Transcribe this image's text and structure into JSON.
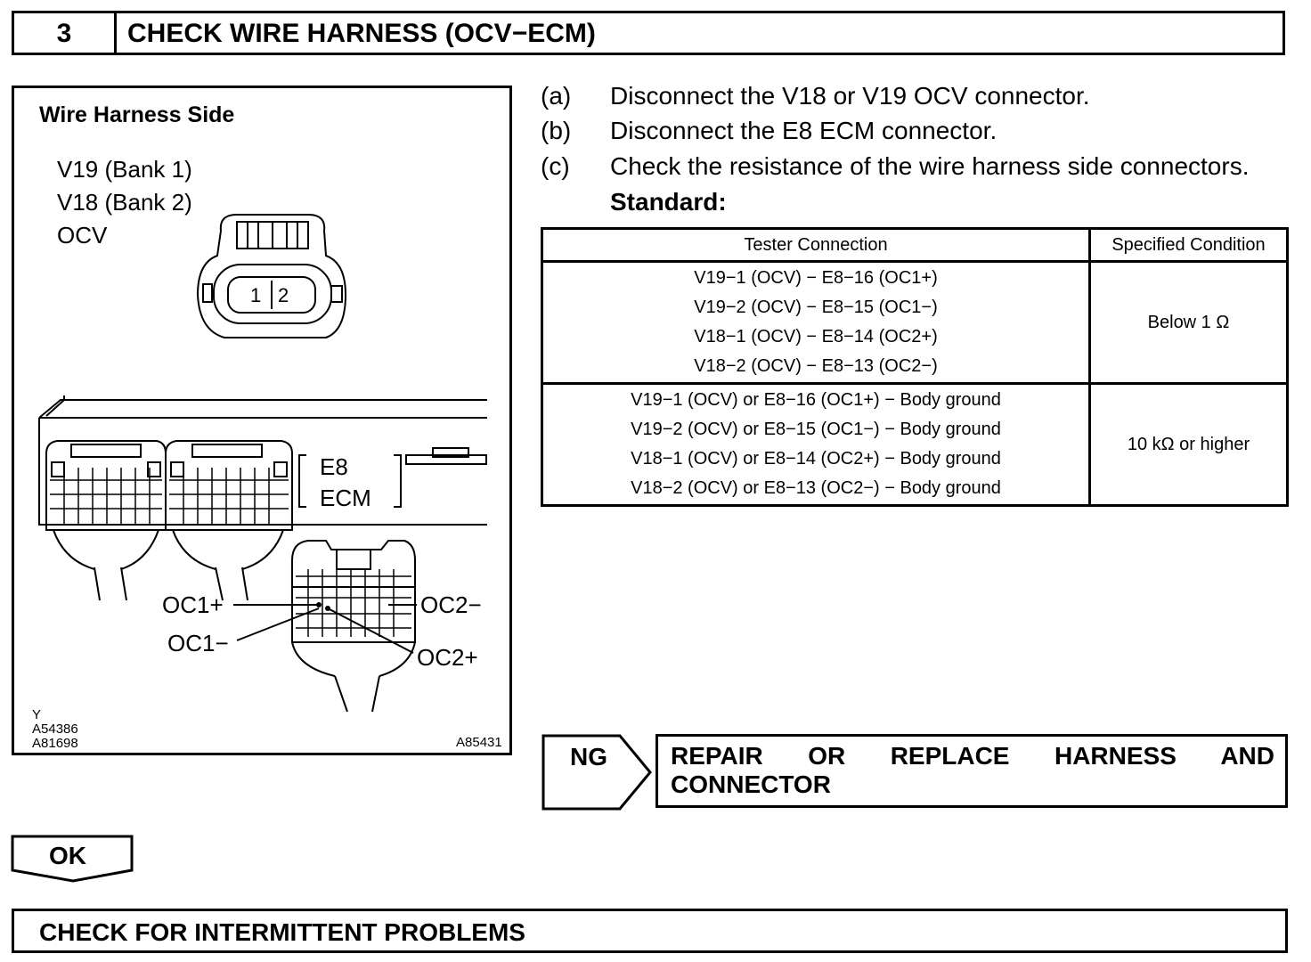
{
  "header": {
    "step_number": "3",
    "title": "CHECK WIRE HARNESS (OCV−ECM)"
  },
  "figure": {
    "title": "Wire Harness Side",
    "ocv_connector_lines": [
      "V19 (Bank 1)",
      "V18 (Bank 2)",
      "OCV"
    ],
    "pin_1": "1",
    "pin_2": "2",
    "ecm_label_line1": "E8",
    "ecm_label_line2": "ECM",
    "callouts": {
      "oc1_plus": "OC1+",
      "oc1_minus": "OC1−",
      "oc2_minus": "OC2−",
      "oc2_plus": "OC2+"
    },
    "ref_codes": [
      "Y",
      "A54386",
      "A81698"
    ],
    "figure_id": "A85431"
  },
  "instructions": [
    {
      "letter": "(a)",
      "text": "Disconnect the V18 or V19 OCV connector."
    },
    {
      "letter": "(b)",
      "text": "Disconnect the E8 ECM connector."
    },
    {
      "letter": "(c)",
      "text": "Check the resistance of the wire harness side connectors."
    }
  ],
  "standard_label": "Standard:",
  "spec_table": {
    "headers": [
      "Tester Connection",
      "Specified Condition"
    ],
    "rows": [
      {
        "connections": [
          "V19−1 (OCV) − E8−16 (OC1+)",
          "V19−2 (OCV) − E8−15 (OC1−)",
          "V18−1 (OCV) − E8−14 (OC2+)",
          "V18−2 (OCV) − E8−13 (OC2−)"
        ],
        "condition": "Below 1 Ω"
      },
      {
        "connections": [
          "V19−1 (OCV) or E8−16 (OC1+) − Body ground",
          "V19−2 (OCV) or E8−15 (OC1−) − Body ground",
          "V18−1 (OCV) or E8−14 (OC2+) − Body ground",
          "V18−2 (OCV) or E8−13 (OC2−) − Body ground"
        ],
        "condition": "10 kΩ or higher"
      }
    ]
  },
  "results": {
    "ng_label": "NG",
    "ng_action": "REPAIR OR REPLACE HARNESS AND CONNECTOR",
    "ok_label": "OK",
    "next_step": "CHECK FOR INTERMITTENT PROBLEMS"
  }
}
